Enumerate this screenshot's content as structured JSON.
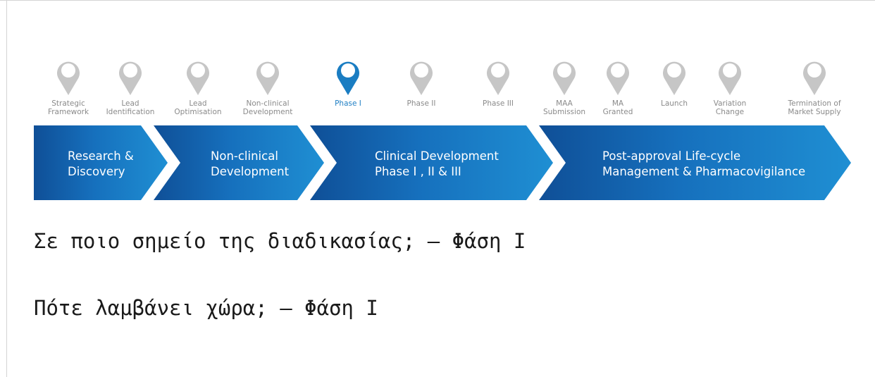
{
  "milestones": [
    {
      "label": "Strategic\nFramework",
      "active": false
    },
    {
      "label": "Lead\nIdentification",
      "active": false
    },
    {
      "label": "Lead\nOptimisation",
      "active": false
    },
    {
      "label": "Non-clinical\nDevelopment",
      "active": false
    },
    {
      "label": "Phase I",
      "active": true
    },
    {
      "label": "Phase II",
      "active": false
    },
    {
      "label": "Phase III",
      "active": false
    },
    {
      "label": "MAA\nSubmission",
      "active": false
    },
    {
      "label": "MA\nGranted",
      "active": false
    },
    {
      "label": "Launch",
      "active": false
    },
    {
      "label": "Variation\nChange",
      "active": false
    },
    {
      "label": "Termination of\nMarket Supply",
      "active": false
    }
  ],
  "stages": [
    {
      "label": "Research &\nDiscovery"
    },
    {
      "label": "Non-clinical\nDevelopment"
    },
    {
      "label": "Clinical Development\nPhase I , II & III"
    },
    {
      "label": "Post-approval Life-cycle\nManagement & Pharmacovigilance"
    }
  ],
  "questions": [
    {
      "text": "Σε ποιο σημείο της διαδικασίας; — Φάση Ι"
    },
    {
      "text": "Πότε λαμβάνει χώρα; — Φάση Ι"
    }
  ],
  "colors": {
    "pin_inactive": "#c6c6c6",
    "pin_active": "#1a7dc2",
    "stage_gradient": [
      "#0f4f97",
      "#1f8fd3"
    ]
  },
  "icons": {
    "milestone": "map-pin-icon",
    "stage": "chevron-arrow"
  }
}
